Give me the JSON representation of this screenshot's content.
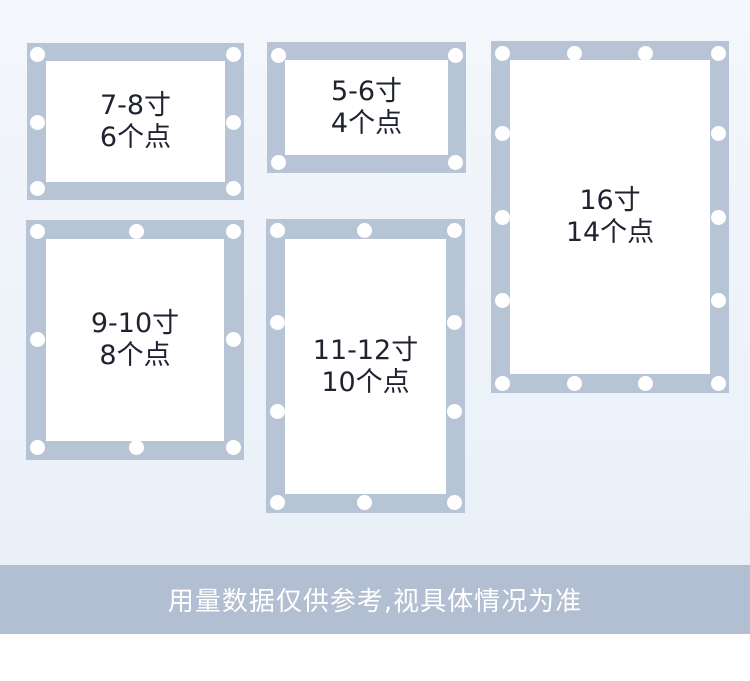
{
  "frames": [
    {
      "id": "7-8",
      "size_label": "7-8寸",
      "dots_label": "6个点"
    },
    {
      "id": "5-6",
      "size_label": "5-6寸",
      "dots_label": "4个点"
    },
    {
      "id": "16",
      "size_label": "16寸",
      "dots_label": "14个点"
    },
    {
      "id": "9-10",
      "size_label": "9-10寸",
      "dots_label": "8个点"
    },
    {
      "id": "11-12",
      "size_label": "11-12寸",
      "dots_label": "10个点"
    }
  ],
  "footer": {
    "note": "用量数据仅供参考,视具体情况为准"
  },
  "colors": {
    "frame": "#b7c4d6",
    "banner": "#b2bfd2",
    "text": "#1f2330",
    "background": "#eef3f9"
  }
}
